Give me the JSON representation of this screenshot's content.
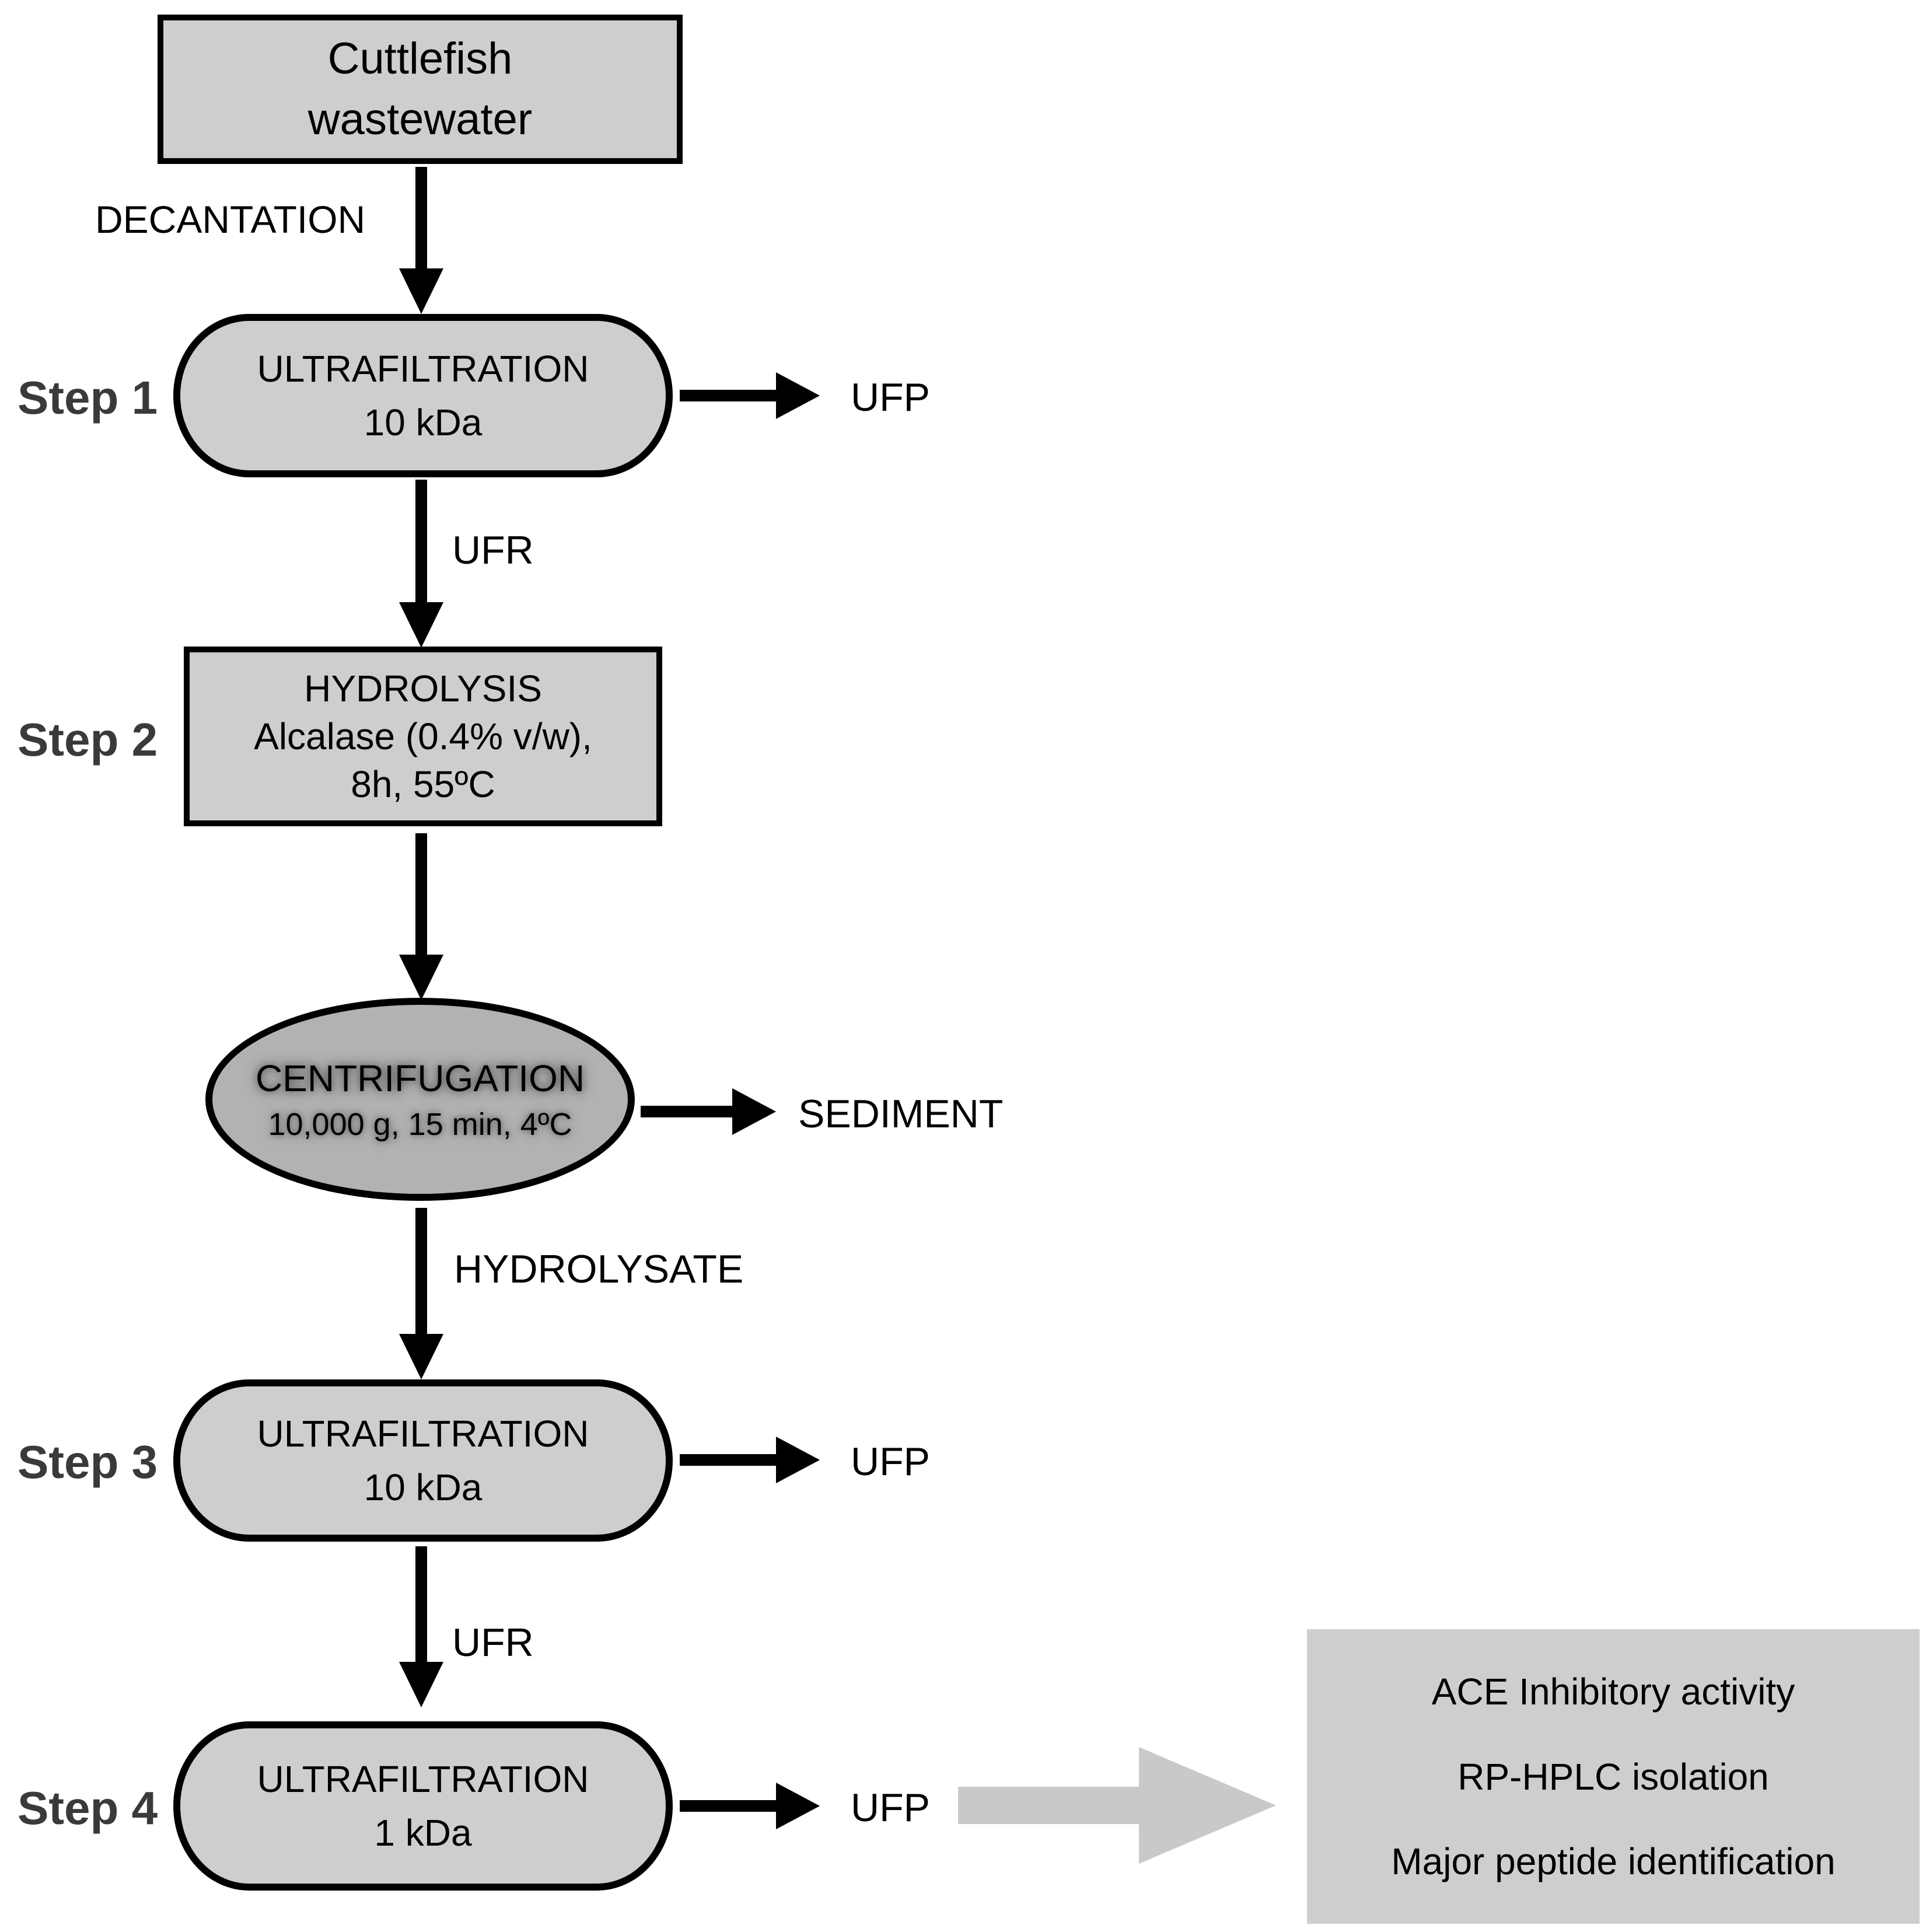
{
  "diagram": {
    "source": {
      "line1": "Cuttlefish",
      "line2": "wastewater"
    },
    "labels": {
      "decantation": "DECANTATION",
      "ufr1": "UFR",
      "ufp1": "UFP",
      "sediment": "SEDIMENT",
      "hydrolysate": "HYDROLYSATE",
      "ufr2": "UFR",
      "ufp3": "UFP",
      "ufp4": "UFP"
    },
    "steps": {
      "step1": {
        "label": "Step 1",
        "title": "ULTRAFILTRATION",
        "subtitle": "10 kDa"
      },
      "step2": {
        "label": "Step 2",
        "title": "HYDROLYSIS",
        "detail1": "Alcalase (0.4% v/w),",
        "detail2": "8h, 55ºC"
      },
      "step3": {
        "label": "Step 3",
        "title": "ULTRAFILTRATION",
        "subtitle": "10 kDa"
      },
      "step4": {
        "label": "Step 4",
        "title": "ULTRAFILTRATION",
        "subtitle": "1 kDa"
      }
    },
    "centrifugation": {
      "title": "CENTRIFUGATION",
      "subtitle": "10,000 g, 15 min, 4ºC"
    },
    "final": {
      "line1": "ACE Inhibitory activity",
      "line2": "RP-HPLC isolation",
      "line3": "Major peptide identification"
    }
  },
  "colors": {
    "node_fill": "#cecece",
    "ellipse_fill": "#b2b2b2",
    "block_arrow": "#c9c9c9",
    "step_label": "#3a3a3a",
    "line": "#000000"
  }
}
